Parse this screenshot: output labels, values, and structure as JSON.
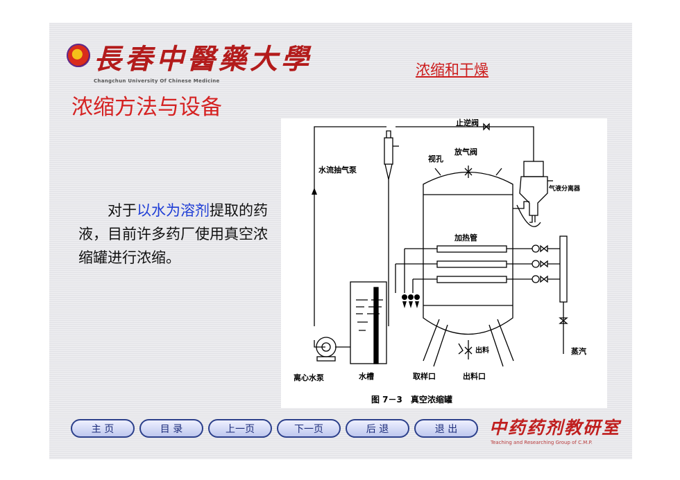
{
  "header": {
    "logo_text": "長春中醫藥大學",
    "logo_subtitle": "Changchun University Of Chinese Medicine",
    "topic_link": "浓缩和干燥"
  },
  "page_title": "浓缩方法与设备",
  "body": {
    "prefix": "对于",
    "highlight": "以水为溶剂",
    "suffix": "提取的药液，目前许多药厂使用真空浓缩罐进行浓缩。"
  },
  "figure": {
    "labels": {
      "check_valve": "止逆阀",
      "vent_valve": "放气阀",
      "sight_hole": "视孔",
      "water_jet_pump": "水流抽气泵",
      "separator": "气液分离器",
      "heating_pipe": "加热管",
      "centrifugal_pump": "离心水泵",
      "water_tank": "水槽",
      "sampling_port": "取样口",
      "discharge_port": "出料口",
      "discharge": "出料",
      "steam": "蒸汽"
    },
    "caption": "图 7－3　真空浓缩罐"
  },
  "nav": {
    "home": "主 页",
    "contents": "目 录",
    "prev": "上一页",
    "next": "下一页",
    "back": "后 退",
    "exit": "退 出"
  },
  "footer": {
    "brand": "中药药剂教研室",
    "brand_en": "Teaching and Researching Group of C.M.P."
  }
}
